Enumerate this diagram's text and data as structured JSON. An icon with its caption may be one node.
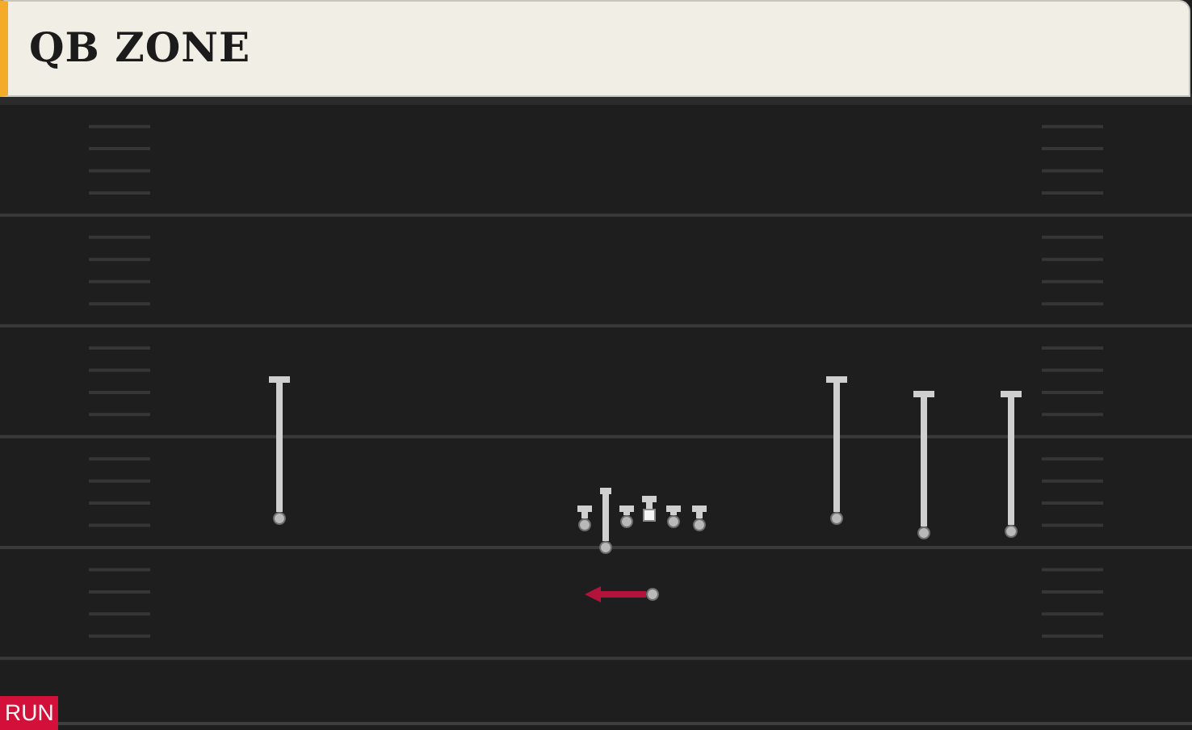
{
  "diagram": {
    "title": "QB ZONE",
    "nodes": [
      {
        "text": [],
        "shape": "circle"
      },
      {
        "text": [],
        "shape": "circle"
      },
      {
        "text": [],
        "shape": "circle"
      },
      {
        "text": [],
        "shape": "box"
      },
      {
        "text": [],
        "shape": "circle"
      },
      {
        "text": [],
        "shape": "circle"
      },
      {
        "text": [],
        "shape": "circle"
      },
      {
        "text": [],
        "shape": "circle"
      },
      {
        "text": [],
        "shape": "circle"
      },
      {
        "text": [],
        "shape": "circle"
      },
      {
        "text": [],
        "shape": "circle"
      }
    ],
    "edges": [
      {
        "from": 0,
        "to": null,
        "arrow": "other"
      },
      {
        "from": 1,
        "to": null,
        "arrow": "other"
      },
      {
        "from": 2,
        "to": null,
        "arrow": "other"
      },
      {
        "from": 3,
        "to": null,
        "arrow": "other"
      },
      {
        "from": 4,
        "to": null,
        "arrow": "other"
      },
      {
        "from": 5,
        "to": null,
        "arrow": "other"
      },
      {
        "from": 6,
        "to": null,
        "arrow": "other"
      },
      {
        "from": 7,
        "to": null,
        "arrow": "to",
        "color": "#b3123a"
      },
      {
        "from": 8,
        "to": null,
        "arrow": "other"
      },
      {
        "from": 9,
        "to": null,
        "arrow": "other"
      },
      {
        "from": 10,
        "to": null,
        "arrow": "other"
      }
    ],
    "labels": [
      "RUN"
    ]
  }
}
